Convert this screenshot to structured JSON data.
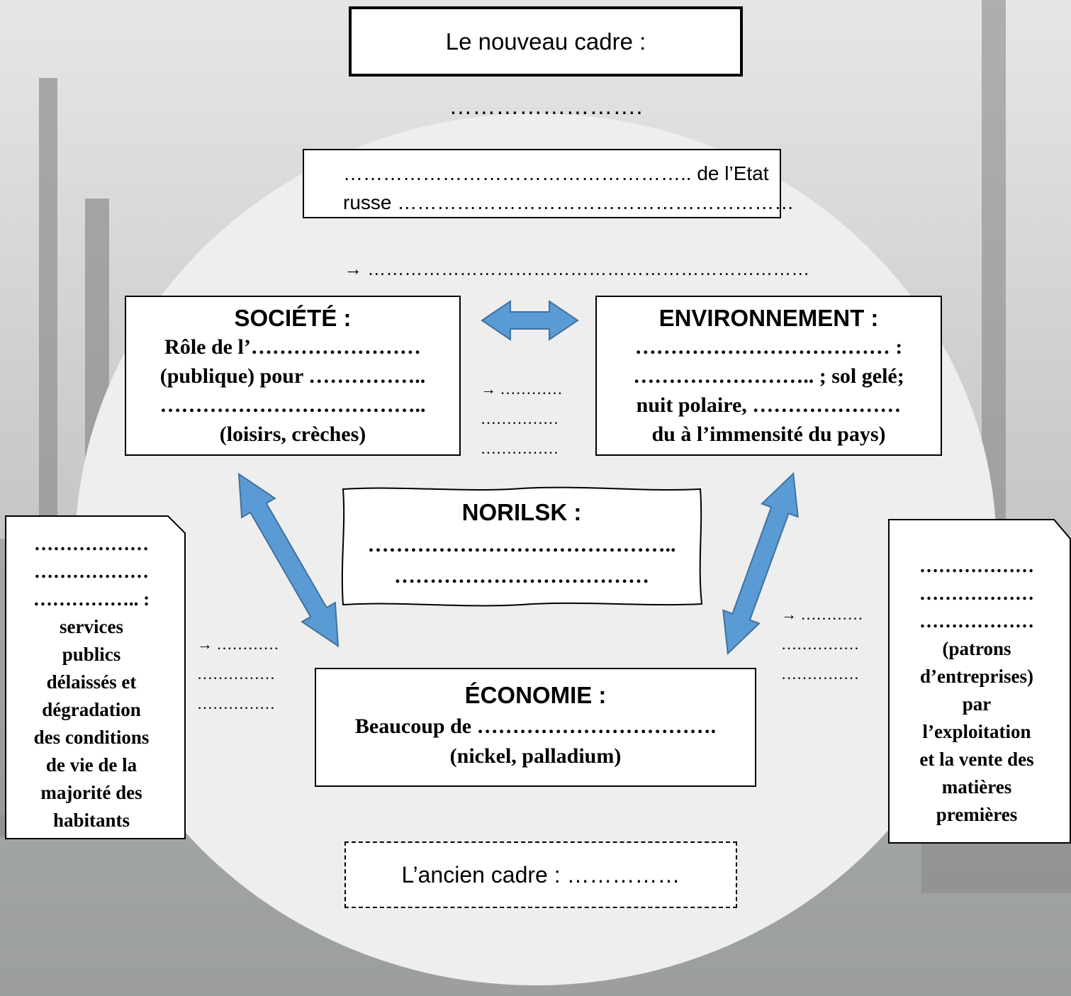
{
  "header": {
    "title": "Le nouveau cadre : ……………………."
  },
  "etat": {
    "line1": "…………………………………………….. de l’Etat",
    "line2": "russe ……………………………………………………"
  },
  "top_arrow_text": "→ ………………………………………………………………",
  "societe": {
    "title": "SOCIÉTÉ :",
    "lines": [
      "Rôle de l’……………………",
      "(publique) pour ……………..",
      "………………………………..",
      "(loisirs, crèches)"
    ]
  },
  "environnement": {
    "title": "ENVIRONNEMENT :",
    "lines": [
      "……………………………… :",
      "…………………….. ; sol gelé;",
      "nuit polaire, …………………",
      "du à l’immensité du pays)"
    ]
  },
  "middle_note": {
    "lines": [
      "→ …………",
      "……………",
      "……………"
    ]
  },
  "norilsk": {
    "title": "NORILSK :",
    "lines": [
      "……………………………………..",
      "………………………………"
    ]
  },
  "economie": {
    "title": "ÉCONOMIE :",
    "lines": [
      "Beaucoup de …………………………….",
      "(nickel, palladium)"
    ]
  },
  "left_note": {
    "lines": [
      "→ …………",
      "……………",
      "……………"
    ]
  },
  "right_note": {
    "lines": [
      "→ …………",
      "……………",
      "……………"
    ]
  },
  "left_card": {
    "lines": [
      "………………",
      "………………",
      "…………….. :",
      "services",
      "publics",
      "délaissés et",
      "dégradation",
      "des conditions",
      "de vie de la",
      "majorité des",
      "habitants"
    ]
  },
  "right_card": {
    "lines": [
      "………………",
      "………………",
      "………………",
      "(patrons",
      "d’entreprises)",
      "par",
      "l’exploitation",
      "et la vente des",
      "matières",
      "premières"
    ]
  },
  "footer": {
    "title": "L’ancien cadre : ……………"
  },
  "colors": {
    "arrow": "#5b9bd5",
    "arrow_stroke": "#41719c",
    "circle": "#eeeeef"
  }
}
